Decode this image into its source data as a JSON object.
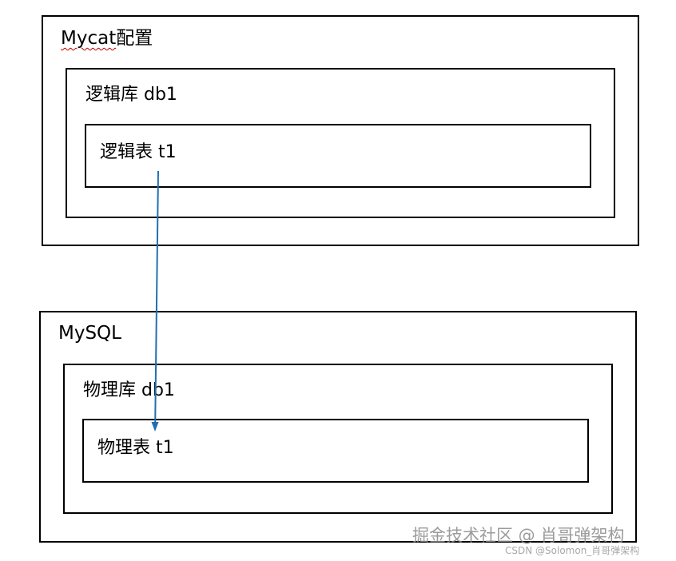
{
  "mycat": {
    "title_en": "Mycat",
    "title_cn": "配置",
    "logical_db": {
      "label": "逻辑库 db1",
      "table": {
        "label": "逻辑表 t1"
      }
    }
  },
  "mysql": {
    "title": "MySQL",
    "physical_db": {
      "label": "物理库 db1",
      "table": {
        "label": "物理表 t1"
      }
    }
  },
  "arrow": {
    "from": "逻辑表 t1",
    "to": "物理表 t1",
    "color": "#1f6fb2"
  },
  "watermark": {
    "main": "掘金技术社区 @ 肖哥弹架构",
    "sub": "CSDN @Solomon_肖哥弹架构"
  }
}
